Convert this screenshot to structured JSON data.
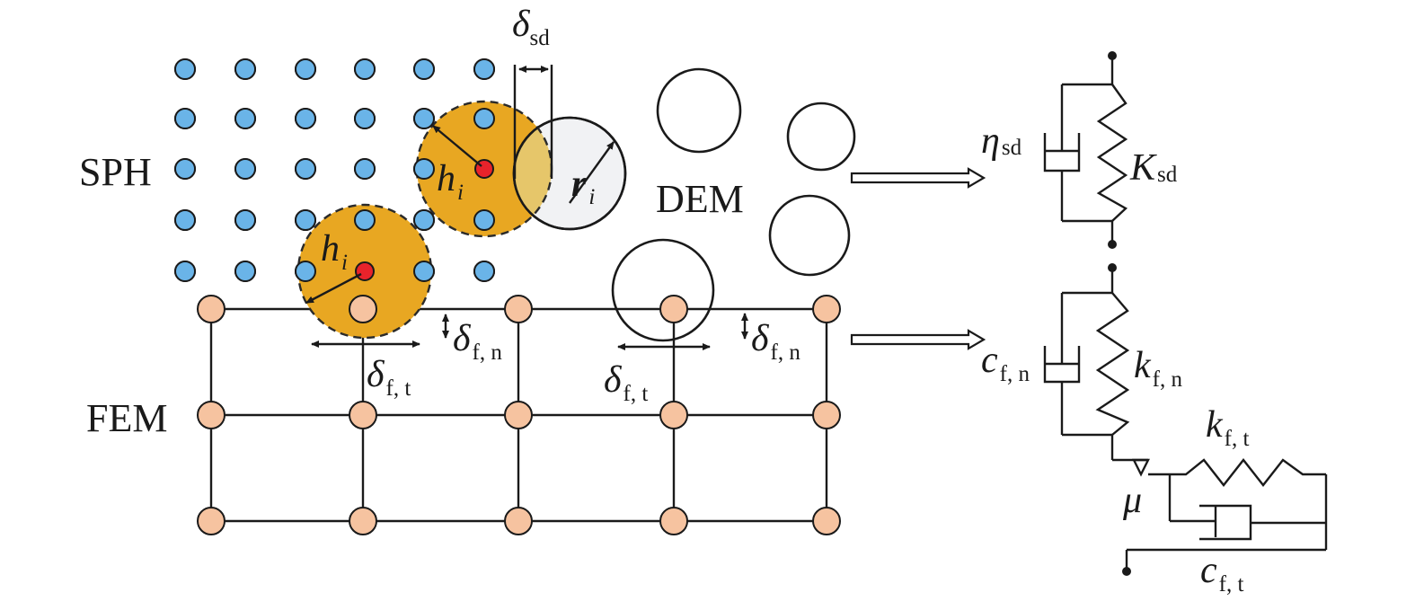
{
  "labels": {
    "sph": "SPH",
    "fem": "FEM",
    "dem": "DEM",
    "h_i_upper": {
      "main": "h",
      "sub": "i"
    },
    "h_i_lower": {
      "main": "h",
      "sub": "i"
    },
    "r_i": {
      "main": "r",
      "sub": "i"
    },
    "delta_sd": {
      "main": "δ",
      "sub": "sd"
    },
    "delta_fn_left": {
      "main": "δ",
      "sub": "f, n"
    },
    "delta_ft_left": {
      "main": "δ",
      "sub": "f, t"
    },
    "delta_fn_right": {
      "main": "δ",
      "sub": "f, n"
    },
    "delta_ft_right": {
      "main": "δ",
      "sub": "f, t"
    },
    "eta_sd": {
      "main": "η",
      "sub": "sd"
    },
    "K_sd": {
      "main": "K",
      "sub": "sd"
    },
    "c_fn": {
      "main": "c",
      "sub": "f, n"
    },
    "k_fn": {
      "main": "k",
      "sub": "f, n"
    },
    "k_ft": {
      "main": "k",
      "sub": "f, t"
    },
    "mu": "μ",
    "c_ft": {
      "main": "c",
      "sub": "f, t"
    }
  },
  "colors": {
    "sph_particle": "#6ab4e8",
    "fem_node": "#f6c3a0",
    "influence_domain": "#e8a722",
    "center_particle": "#e8232b",
    "overlap": "#e6c66a",
    "dem_fill": "#f1f2f4",
    "stroke": "#1a1a1a"
  }
}
